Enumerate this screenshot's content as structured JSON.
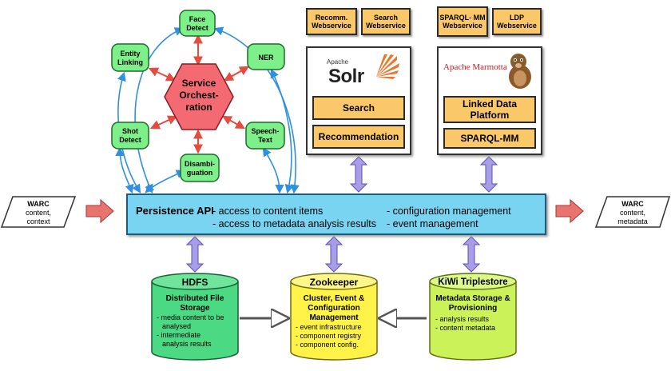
{
  "services": {
    "face_detect": [
      "Face",
      "Detect"
    ],
    "entity_linking": [
      "Entity",
      "Linking"
    ],
    "ner": [
      "NER"
    ],
    "orchestration": [
      "Service",
      "Orchest-",
      "ration"
    ],
    "shot_detect": [
      "Shot",
      "Detect"
    ],
    "speech_text": [
      "Speech-",
      "Text"
    ],
    "disambiguation": [
      "Disambi-",
      "guation"
    ]
  },
  "webservices": {
    "recommendation": "Recomm. Webservice",
    "search": "Search Webservice",
    "sparql_mm": "SPARQL- MM Webservice",
    "ldp": "LDP Webservice"
  },
  "solr": {
    "logo_small": "Apache",
    "logo_big": "Solr",
    "buttons": [
      "Search",
      "Recommendation"
    ]
  },
  "marmotta": {
    "logo": "Apache Marmotta",
    "buttons": [
      "Linked Data Platform",
      "SPARQL-MM"
    ]
  },
  "warc_in": [
    "WARC",
    "content,",
    "context"
  ],
  "warc_out": [
    "WARC",
    "content,",
    "metadata"
  ],
  "persistence_api": {
    "title": "Persistence API",
    "items_left": [
      "- access to content items",
      "- access to metadata analysis results"
    ],
    "items_right": [
      "- configuration management",
      "- event management"
    ]
  },
  "hdfs": {
    "title": "HDFS",
    "subtitle": "Distributed File Storage",
    "bullets": [
      "- media content to be",
      "  analysed",
      "- intermediate",
      "  analysis results"
    ]
  },
  "zookeeper": {
    "title": "Zookeeper",
    "subtitle": "Cluster, Event & Configuration Management",
    "bullets": [
      "- event infrastructure",
      "- component registry",
      "- component config."
    ]
  },
  "kiwi": {
    "title": "KiWi Triplestore",
    "subtitle": "Metadata Storage & Provisioning",
    "bullets": [
      "- analysis results",
      "- content metadata"
    ]
  },
  "colors": {
    "service_green": "#7df08a",
    "orchestration_red": "#f46a72",
    "webservice_orange": "#fbc869",
    "api_blue": "#79d4f2",
    "hdfs_green": "#4bd984",
    "zookeeper_yellow": "#fff34a",
    "kiwi_lime": "#ccf25a",
    "arrow_purple": "#a89ee8",
    "arrow_red": "#e8756d",
    "link_blue": "#2f8fe0"
  }
}
